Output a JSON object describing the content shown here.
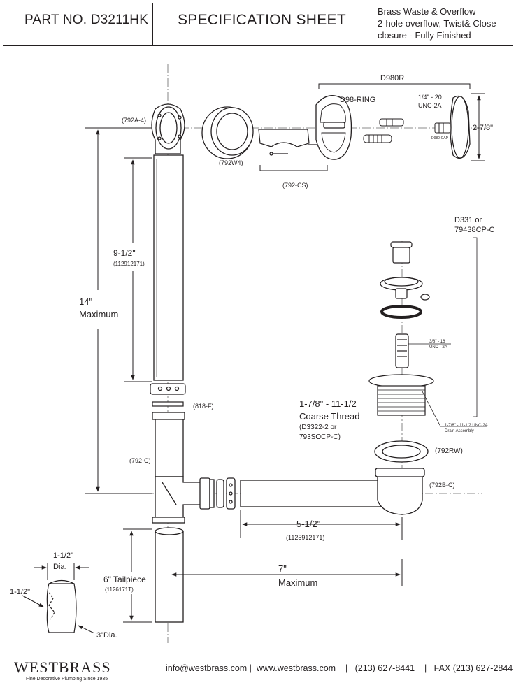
{
  "header": {
    "part_number": "PART NO.   D3211HK",
    "title": "SPECIFICATION SHEET",
    "description": [
      "Brass Waste & Overflow",
      "2-hole overflow, Twist& Close",
      "closure - Fully Finished"
    ]
  },
  "labels": {
    "d980r": "D980R",
    "d98_ring": "D98-RING",
    "screw_spec_1": "1/4\" - 20",
    "screw_spec_2": "UNC-2A",
    "d980_cap": "D980-CAP",
    "cap_dim": "2-7/8\"",
    "elbow_792a4": "(792A-4)",
    "gasket_792w4": "(792W4)",
    "cs_792": "(792-CS)",
    "d331": "D331 or",
    "d331_alt": "79438CP-C",
    "dim_9_5": "9-1/2\"",
    "dim_9_5_part": "(112912171)",
    "dim_14": "14\"",
    "dim_14_max": "Maximum",
    "washer_818f": "(818-F)",
    "tee_792c": "(792-C)",
    "rod_spec_1": "3/8\" - 16",
    "rod_spec_2": "UNC - 2A",
    "thread_1": "1-7/8\" - 11-1/2",
    "thread_2": "Coarse Thread",
    "thread_3": "(D3322-2 or",
    "thread_4": "793SOCP-C)",
    "drain_1": "1-7/8\" - 11-1/2 UNC-2A",
    "drain_2": "Drain Assembly",
    "rw_792": "(792RW)",
    "b_792": "(792B-C)",
    "dim_5_5": "5-1/2\"",
    "dim_5_5_part": "(1125912171)",
    "tail_dia": "1-1/2\"",
    "tail_dia2": "Dia.",
    "tail_len": "6\" Tailpiece",
    "tail_part": "(1126171T)",
    "dim_7": "7\"",
    "dim_7_max": "Maximum",
    "inset_h": "1-1/2\"",
    "inset_dia": "3\"Dia."
  },
  "footer": {
    "brand": "WESTBRASS",
    "tagline": "Fine Decorative Plumbing Since 1935",
    "contact": "info@westbrass.com |  www.westbrass.com    |   (213) 627-8441    |   FAX (213) 627-2844"
  }
}
